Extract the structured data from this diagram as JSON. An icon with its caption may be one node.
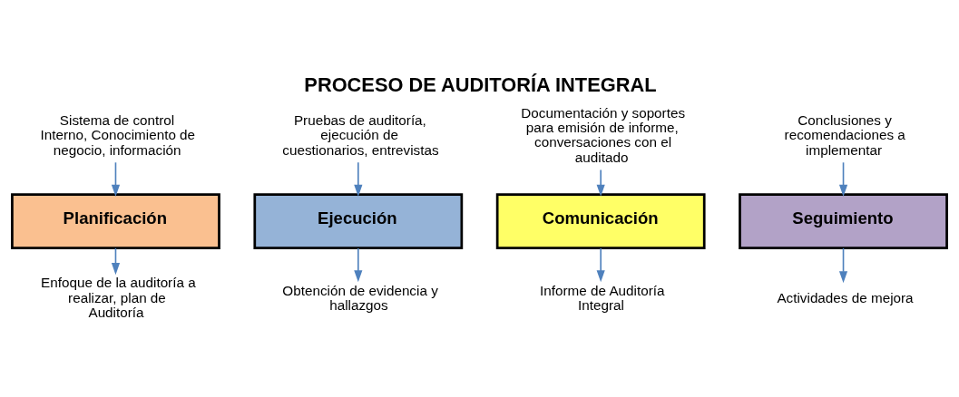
{
  "diagram": {
    "title": "PROCESO DE AUDITORÍA INTEGRAL",
    "nodes": [
      {
        "text": [
          "Sistema de control Interno, Conocimiento de negocio, información"
        ]
      },
      {
        "text": [
          "Pruebas de auditoría, ejecución de cuestionarios, entrevistas"
        ]
      },
      {
        "text": [
          "Documentación y soportes para emisión de informe, conversaciones con el auditado"
        ]
      },
      {
        "text": [
          "Conclusiones y recomendaciones a implementar"
        ]
      },
      {
        "text": [
          "Planificación"
        ]
      },
      {
        "text": [
          "Ejecución"
        ]
      },
      {
        "text": [
          "Comunicación"
        ]
      },
      {
        "text": [
          "Seguimiento"
        ]
      },
      {
        "text": [
          "Enfoque de la auditoría a realizar, plan de Auditoría"
        ]
      },
      {
        "text": [
          "Obtención de evidencia y hallazgos"
        ]
      },
      {
        "text": [
          "Informe de Auditoría Integral"
        ]
      },
      {
        "text": [
          "Actividades de mejora"
        ]
      }
    ],
    "edges": [
      {
        "from": 0,
        "to": 4,
        "arrow": "to"
      },
      {
        "from": 4,
        "to": 8,
        "arrow": "to"
      },
      {
        "from": 1,
        "to": 5,
        "arrow": "to"
      },
      {
        "from": 5,
        "to": 9,
        "arrow": "to"
      },
      {
        "from": 2,
        "to": 6,
        "arrow": "to"
      },
      {
        "from": 6,
        "to": 10,
        "arrow": "to"
      },
      {
        "from": 3,
        "to": 7,
        "arrow": "to"
      },
      {
        "from": 7,
        "to": 11,
        "arrow": "to"
      }
    ]
  }
}
